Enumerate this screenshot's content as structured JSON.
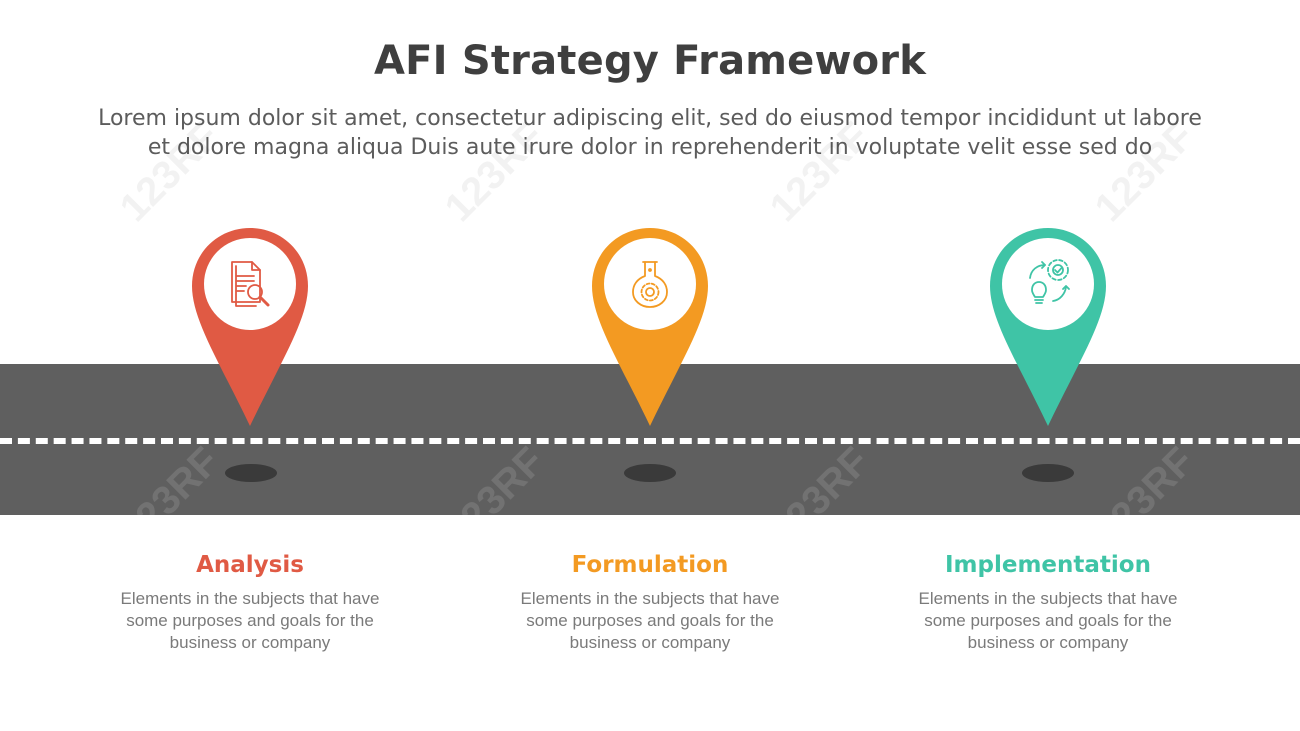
{
  "header": {
    "title": "AFI Strategy Framework",
    "subtitle_line1": "Lorem ipsum dolor sit amet, consectetur adipiscing elit, sed do eiusmod tempor incididunt ut labore",
    "subtitle_line2": "et dolore magna aliqua Duis aute irure dolor in reprehenderit in voluptate velit esse sed do"
  },
  "steps": [
    {
      "title": "Analysis",
      "desc_line1": "Elements in the subjects that have",
      "desc_line2": "some purposes and goals for the",
      "desc_line3": "business or company",
      "color": "#e05a44",
      "icon": "document-search-icon"
    },
    {
      "title": "Formulation",
      "desc_line1": "Elements in the subjects that have",
      "desc_line2": "some purposes and goals for the",
      "desc_line3": "business or company",
      "color": "#f39a22",
      "icon": "flask-gear-icon"
    },
    {
      "title": "Implementation",
      "desc_line1": "Elements in the subjects that have",
      "desc_line2": "some purposes and goals for the",
      "desc_line3": "business or company",
      "color": "#3fc4a6",
      "icon": "idea-gear-cycle-icon"
    }
  ],
  "colors": {
    "road": "#5f5f5f",
    "title": "#3f3f3f",
    "text": "#7a7a7a"
  },
  "watermark": "123RF"
}
